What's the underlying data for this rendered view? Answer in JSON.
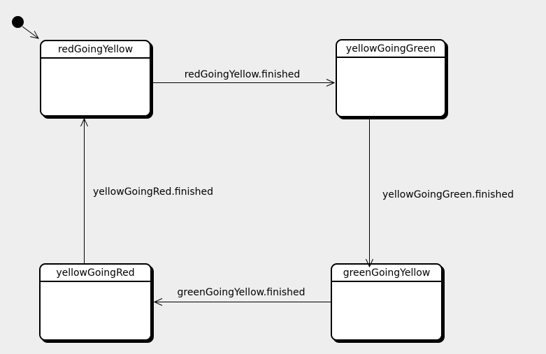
{
  "diagram_type": "uml-state-machine",
  "colors": {
    "background": "#eeeeee",
    "state_fill": "#ffffff",
    "stroke": "#000000",
    "shadow": "#000000"
  },
  "states": [
    {
      "id": "redGoingYellow",
      "label": "redGoingYellow"
    },
    {
      "id": "yellowGoingGreen",
      "label": "yellowGoingGreen"
    },
    {
      "id": "yellowGoingRed",
      "label": "yellowGoingRed"
    },
    {
      "id": "greenGoingYellow",
      "label": "greenGoingYellow"
    }
  ],
  "initial_state": {
    "shape": "filled-circle",
    "points_to": "redGoingYellow"
  },
  "transitions": [
    {
      "from": "initial",
      "to": "redGoingYellow",
      "label": ""
    },
    {
      "from": "redGoingYellow",
      "to": "yellowGoingGreen",
      "label": "redGoingYellow.finished"
    },
    {
      "from": "yellowGoingGreen",
      "to": "greenGoingYellow",
      "label": "yellowGoingGreen.finished"
    },
    {
      "from": "greenGoingYellow",
      "to": "yellowGoingRed",
      "label": "greenGoingYellow.finished"
    },
    {
      "from": "yellowGoingRed",
      "to": "redGoingYellow",
      "label": "yellowGoingRed.finished"
    }
  ]
}
